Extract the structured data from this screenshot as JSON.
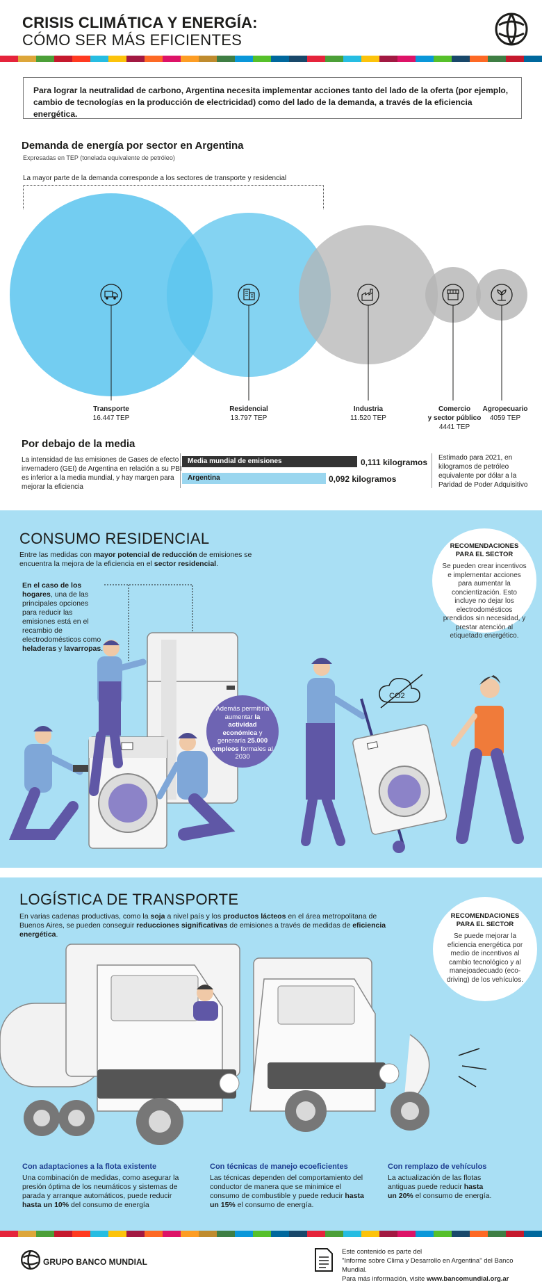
{
  "header": {
    "title_line1": "CRISIS CLIMÁTICA Y ENERGÍA:",
    "title_line2": "CÓMO SER MÁS EFICIENTES"
  },
  "intro": "Para lograr la neutralidad de carbono, Argentina necesita implementar acciones tanto del lado de la oferta (por ejemplo, cambio de tecnologías en la producción de electricidad) como del lado de la demanda, a través de la eficiencia energética.",
  "demand": {
    "title": "Demanda de energía por sector en Argentina",
    "subtitle": "Expresadas en TEP (tonelada equivalente de petróleo)",
    "bracket_note": "La mayor parte de la demanda corresponde a los sectores de transporte y residencial",
    "sectors": [
      {
        "label": "Transporte",
        "value": "16.447 TEP",
        "amount": 16447,
        "icon": "truck-icon"
      },
      {
        "label": "Residencial",
        "value": "13.797 TEP",
        "amount": 13797,
        "icon": "building-icon"
      },
      {
        "label": "Industria",
        "value": "11.520 TEP",
        "amount": 11520,
        "icon": "factory-icon"
      },
      {
        "label": "Comercio y sector público",
        "label_line1": "Comercio",
        "label_line2": "y sector público",
        "value": "4441 TEP",
        "amount": 4441,
        "icon": "store-icon"
      },
      {
        "label": "Agropecuario",
        "value": "4059 TEP",
        "amount": 4059,
        "icon": "plant-icon"
      }
    ],
    "colors": {
      "blue": "#5bc4ee",
      "gray": "#c4c4c4"
    }
  },
  "intensity": {
    "title": "Por debajo de la media",
    "description": "La intensidad de las emisiones de Gases de efecto invernadero (GEI) de Argentina en relación a su PBI es inferior a la media mundial, y hay margen para mejorar la eficiencia",
    "world_label": "Media mundial de emisiones",
    "world_value": "0,111 kilogramos",
    "argentina_label": "Argentina",
    "argentina_value": "0,092 kilogramos",
    "estimate_note": "Estimado para 2021, en kilogramos de petróleo equivalente por dólar a la Paridad de Poder Adquisitivo"
  },
  "residential": {
    "title": "CONSUMO RESIDENCIAL",
    "intro_plain1": "Entre las medidas con ",
    "intro_bold1": "mayor potencial de reducción",
    "intro_plain2": " de emisiones se encuentra la mejora de la eficiencia en el ",
    "intro_bold2": "sector residencial",
    "intro_plain3": ".",
    "homes_bold": "En el caso de los hogares",
    "homes_text": ", una de las principales opciones para reducir las emisiones está en el recambio de electrodomésticos como ",
    "homes_bold2": "heladeras",
    "homes_y": " y ",
    "homes_bold3": "lavarropas",
    "jobs_plain1": "Además permitiría aumentar ",
    "jobs_bold1": "la actividad económica",
    "jobs_plain2": " y generaría ",
    "jobs_bold2": "25.000 empleos",
    "jobs_plain3": " formales al 2030",
    "rec_title": "RECOMENDACIONES PARA EL SECTOR",
    "rec_body": "Se pueden crear incentivos e implementar acciones para aumentar la concientización. Esto incluye no dejar los electrodomésticos prendidos sin necesidad, y prestar atención al etiquetado energético.",
    "co2_label": "CO2"
  },
  "transport": {
    "title": "LOGÍSTICA DE TRANSPORTE",
    "intro_p1": "En varias cadenas productivas, como la ",
    "intro_b1": "soja",
    "intro_p2": " a nivel país y los ",
    "intro_b2": "productos lácteos",
    "intro_p3": " en el área metropolitana de Buenos Aires, se pueden conseguir ",
    "intro_b3": "reducciones significativas",
    "intro_p4": " de emisiones a través de medidas de ",
    "intro_b4": "eficiencia energética",
    "intro_p5": ".",
    "rec_title": "RECOMENDACIONES PARA EL SECTOR",
    "rec_body": "Se puede mejorar la eficiencia energética por medio de incentivos al cambio tecnológico y al manejoadecuado (eco-driving) de los vehículos.",
    "columns": [
      {
        "title": "Con adaptaciones a la flota existente",
        "body": "Una combinación de medidas, como asegurar la presión óptima de los neumáticos y sistemas de parada y arranque automáticos, puede reducir ",
        "bold": "hasta un 10%",
        "tail": " del consumo de energía"
      },
      {
        "title": "Con técnicas de manejo ecoeficientes",
        "body": "Las técnicas dependen del comportamiento del conductor de manera que se minimice el consumo de combustible y puede reducir ",
        "bold": "hasta un 15%",
        "tail": " el consumo de energía."
      },
      {
        "title": "Con remplazo de vehículos",
        "body": "La actualización de las flotas antiguas puede reducir ",
        "bold": "hasta un 20%",
        "tail": " el consumo de energía."
      }
    ]
  },
  "footer": {
    "brand": "GRUPO BANCO MUNDIAL",
    "note_line1": "Este contenido es parte del",
    "note_line2": "\"Informe sobre Clima y Desarrollo en Argentina\" del Banco Mundial.",
    "note_line3_plain": "Para más información, visite ",
    "note_line3_bold": "www.bancomundial.org.ar"
  },
  "stripe_colors": [
    "#e5243b",
    "#dda63a",
    "#4c9f38",
    "#c5192d",
    "#ff3a21",
    "#26bde2",
    "#fcc30b",
    "#a21942",
    "#fd6925",
    "#dd1367",
    "#fd9d24",
    "#bf8b2e",
    "#3f7e44",
    "#0a97d9",
    "#56c02b",
    "#00689d",
    "#19486a",
    "#e5243b",
    "#4c9f38",
    "#26bde2",
    "#fcc30b",
    "#a21942",
    "#dd1367",
    "#0a97d9",
    "#56c02b",
    "#19486a",
    "#fd6925",
    "#3f7e44",
    "#c5192d",
    "#00689d"
  ]
}
